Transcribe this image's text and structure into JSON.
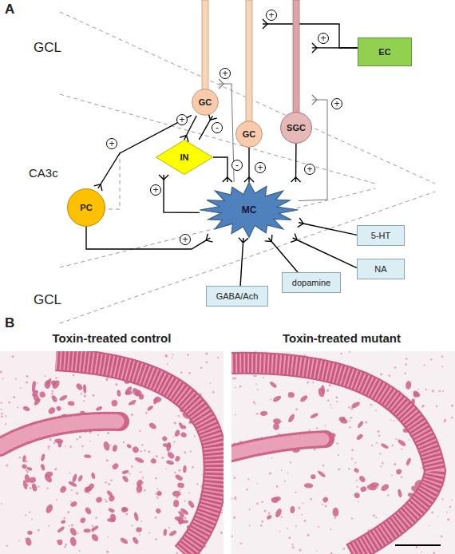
{
  "diagram": {
    "nodes": [
      {
        "text": [
          "GC"
        ]
      },
      {
        "text": [
          "IN"
        ]
      },
      {
        "text": [
          "GC"
        ]
      },
      {
        "text": [
          "SGC"
        ]
      },
      {
        "text": [
          "EC"
        ]
      },
      {
        "text": [
          "PC"
        ]
      },
      {
        "text": [
          "MC"
        ]
      },
      {
        "text": [
          "5-HT"
        ]
      },
      {
        "text": [
          "NA"
        ]
      },
      {
        "text": [
          "dopamine"
        ]
      },
      {
        "text": [
          "GABA/Ach"
        ]
      }
    ],
    "edges": [
      {
        "from": 4,
        "to": 3,
        "arrow": "to"
      },
      {
        "from": 4,
        "to": 2,
        "arrow": "to"
      },
      {
        "from": 6,
        "to": 0,
        "arrow": "to"
      },
      {
        "from": 6,
        "to": 3,
        "arrow": "to"
      },
      {
        "from": 0,
        "to": 1,
        "arrow": "to"
      },
      {
        "from": 1,
        "to": 0,
        "arrow": "to"
      },
      {
        "from": 0,
        "to": 5,
        "arrow": "to"
      },
      {
        "from": 2,
        "to": 6,
        "arrow": "to"
      },
      {
        "from": 3,
        "to": 6,
        "arrow": "to"
      },
      {
        "from": 1,
        "to": 6,
        "arrow": "to"
      },
      {
        "from": 6,
        "to": 1,
        "arrow": "to"
      },
      {
        "from": 5,
        "to": 6,
        "arrow": "to"
      },
      {
        "from": 7,
        "to": 6,
        "arrow": "to"
      },
      {
        "from": 8,
        "to": 6,
        "arrow": "to"
      },
      {
        "from": 9,
        "to": 6,
        "arrow": "to"
      },
      {
        "from": 10,
        "to": 6,
        "arrow": "to"
      }
    ],
    "labels": [
      "A",
      "GCL",
      "+",
      "+",
      "+",
      "+",
      "+",
      "-",
      "+",
      "+",
      "+",
      "-",
      "+",
      "+",
      "CA3c",
      "GCL",
      "B",
      "Toxin-treated control",
      "Toxin-treated mutant"
    ]
  }
}
